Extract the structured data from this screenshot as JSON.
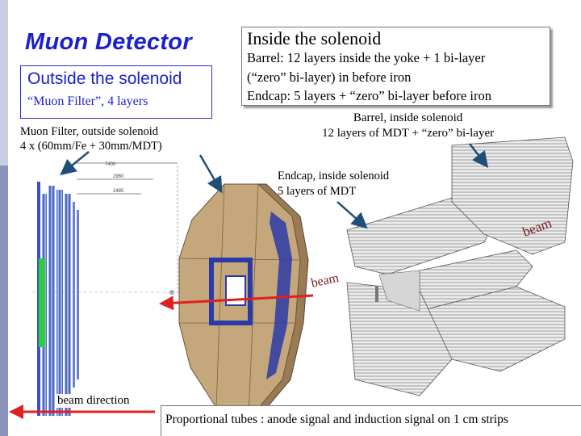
{
  "title": "Muon Detector",
  "outside": {
    "heading": "Outside the solenoid",
    "subtitle": "“Muon Filter”, 4 layers"
  },
  "muon_filter": {
    "line1": "Muon Filter, outside solenoid",
    "line2": "4 x (60mm/Fe + 30mm/MDT)"
  },
  "inside": {
    "heading": "Inside the  solenoid",
    "line1": "Barrel:  12 layers inside the yoke + 1 bi-layer",
    "line2": "(“zero” bi-layer) in before iron",
    "line3": "Endcap:  5 layers + “zero” bi-layer before iron"
  },
  "barrel": {
    "line1": "Barrel, inside solenoid",
    "line2": "12 layers of MDT +  “zero” bi-layer"
  },
  "endcap": {
    "line1": "Endcap, inside solenoid",
    "line2": "5 layers of MDT"
  },
  "beam_label_right": "beam",
  "beam_label_center": "beam",
  "beam_direction": "beam direction",
  "proportional_tubes": "Proportional tubes :  anode signal and induction signal on 1  cm strips",
  "dimensions": [
    "7400",
    "2960",
    "2485"
  ],
  "colors": {
    "title": "#1a1fd0",
    "arrow_blue": "#1f4e79",
    "arrow_red": "#e02020",
    "octagon": "#b89a72",
    "endcap_blue": "#2b3aa8"
  }
}
